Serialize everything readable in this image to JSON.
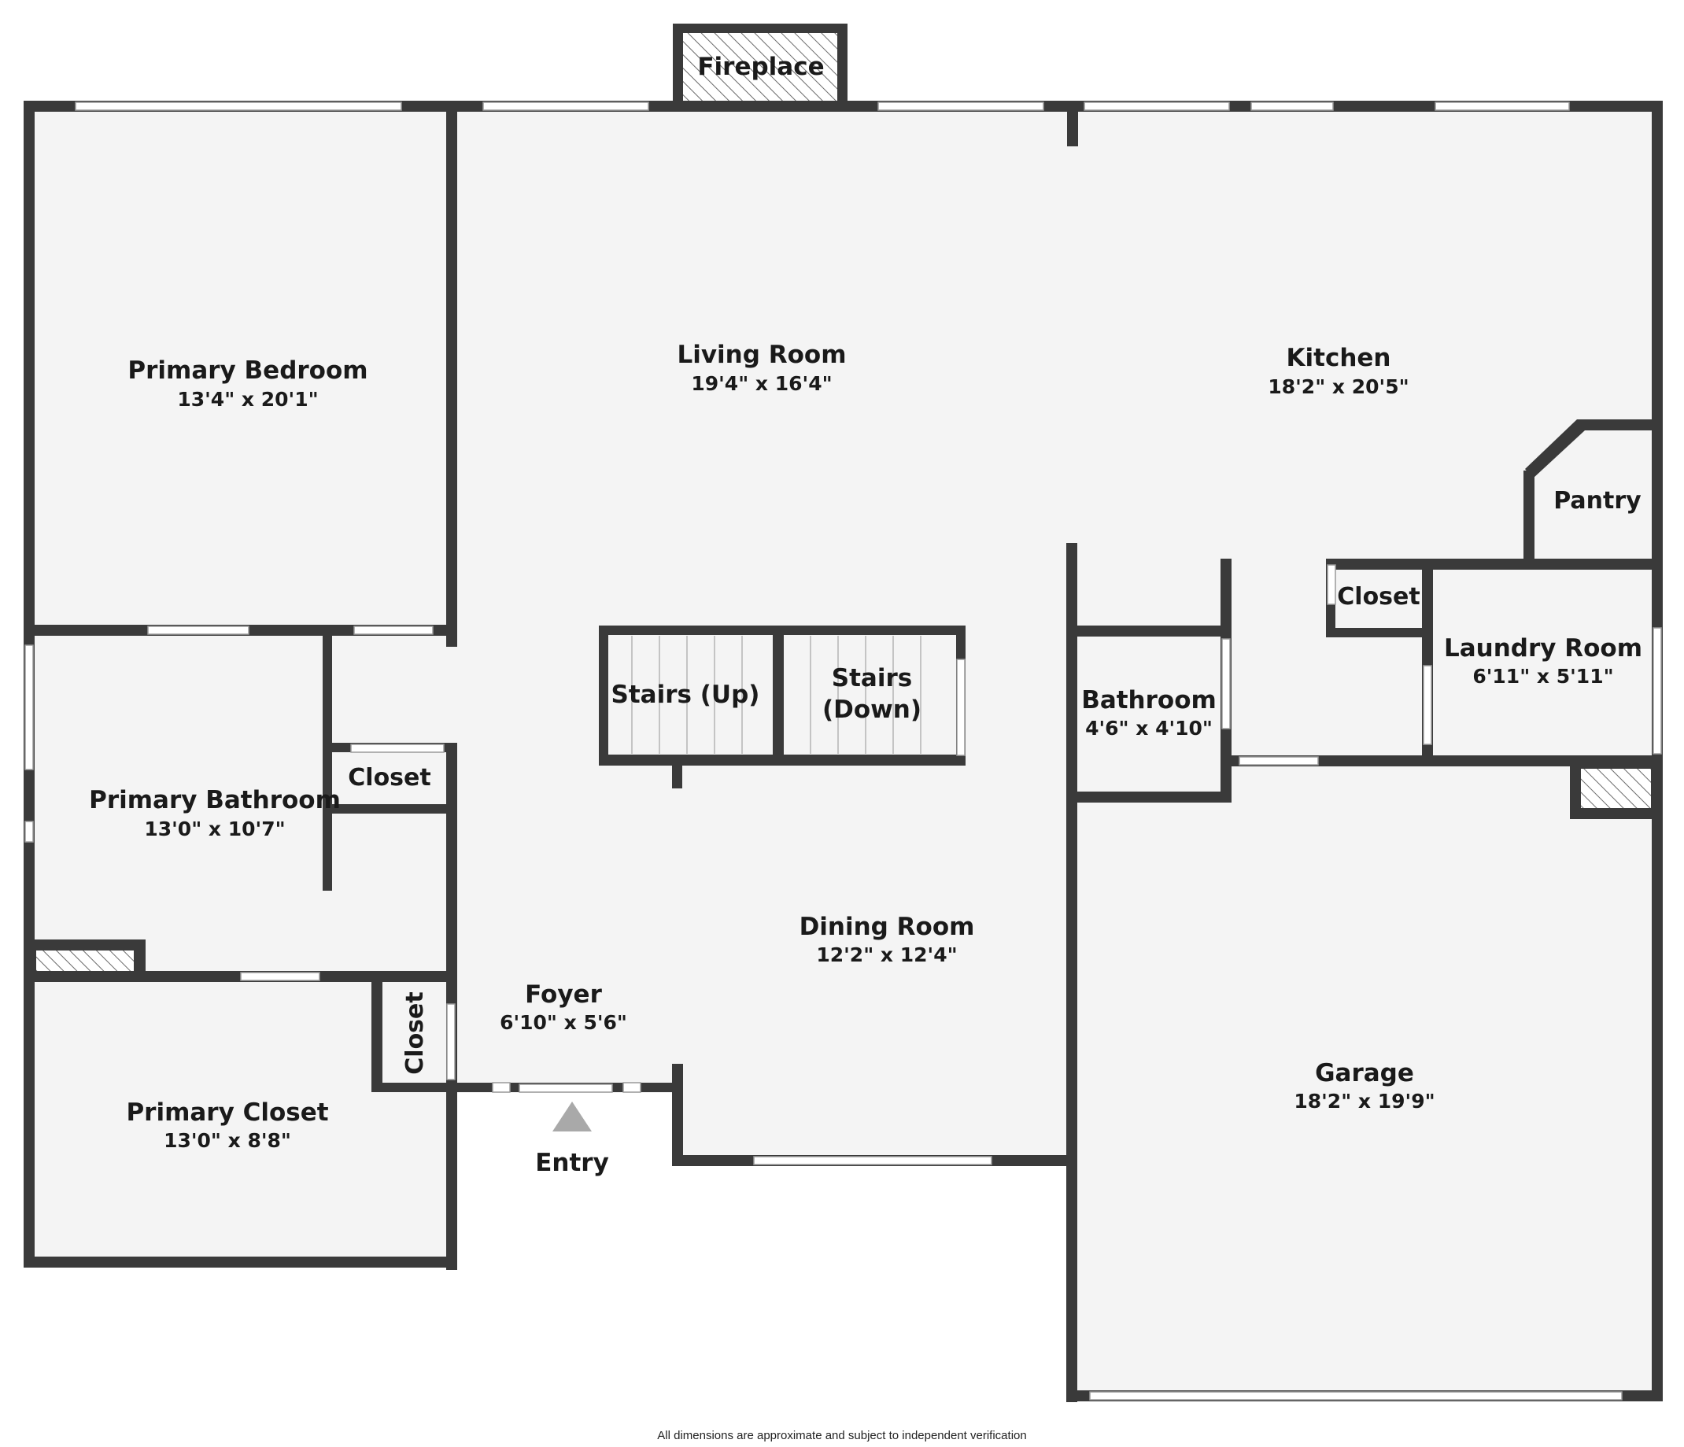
{
  "rooms": {
    "primary_bedroom": {
      "name": "Primary Bedroom",
      "dims": "13'4\" x 20'1\""
    },
    "living_room": {
      "name": "Living Room",
      "dims": "19'4\" x 16'4\""
    },
    "kitchen": {
      "name": "Kitchen",
      "dims": "18'2\" x 20'5\""
    },
    "pantry": {
      "name": "Pantry"
    },
    "kitchen_closet": {
      "name": "Closet"
    },
    "laundry_room": {
      "name": "Laundry Room",
      "dims": "6'11\" x 5'11\""
    },
    "bathroom": {
      "name": "Bathroom",
      "dims": "4'6\" x 4'10\""
    },
    "stairs_up": {
      "name": "Stairs (Up)"
    },
    "stairs_down": {
      "name_line1": "Stairs",
      "name_line2": "(Down)"
    },
    "primary_bathroom": {
      "name": "Primary Bathroom",
      "dims": "13'0\" x 10'7\""
    },
    "bath_closet": {
      "name": "Closet"
    },
    "dining_room": {
      "name": "Dining Room",
      "dims": "12'2\" x 12'4\""
    },
    "foyer": {
      "name": "Foyer",
      "dims": "6'10\" x 5'6\""
    },
    "foyer_closet": {
      "name": "Closet"
    },
    "primary_closet": {
      "name": "Primary Closet",
      "dims": "13'0\" x 8'8\""
    },
    "garage": {
      "name": "Garage",
      "dims": "18'2\" x 19'9\""
    }
  },
  "fireplace": {
    "label": "Fireplace"
  },
  "entry": {
    "label": "Entry"
  },
  "disclaimer": "All dimensions are approximate and subject to independent verification",
  "colors": {
    "wall": "#3a3a3a",
    "floor": "#f4f4f4",
    "window": "#ffffff",
    "entry_arrow": "#a9a9a9"
  }
}
